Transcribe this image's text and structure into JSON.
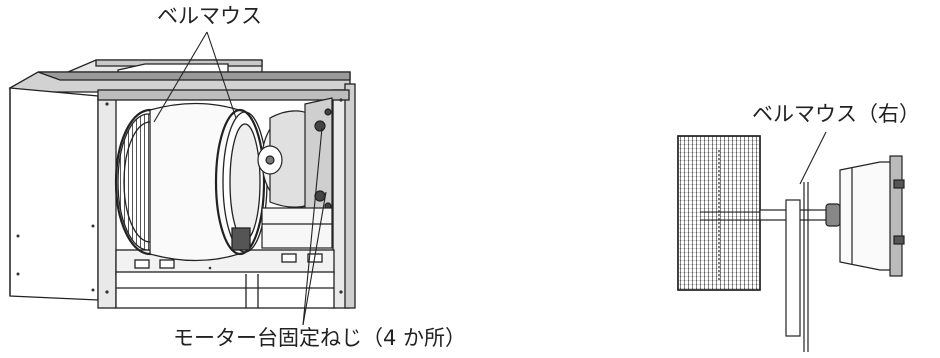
{
  "labels": {
    "bellmouth": "ベルマウス",
    "bellmouth_right": "ベルマウス（右）",
    "motor_base_screws": "モーター台固定ねじ（4 か所）"
  },
  "colors": {
    "line": "#222222",
    "fill_dark": "#6f6f6f",
    "fill_mid": "#a8a8a8",
    "fill_light": "#d9d9d9",
    "background": "#ffffff"
  }
}
